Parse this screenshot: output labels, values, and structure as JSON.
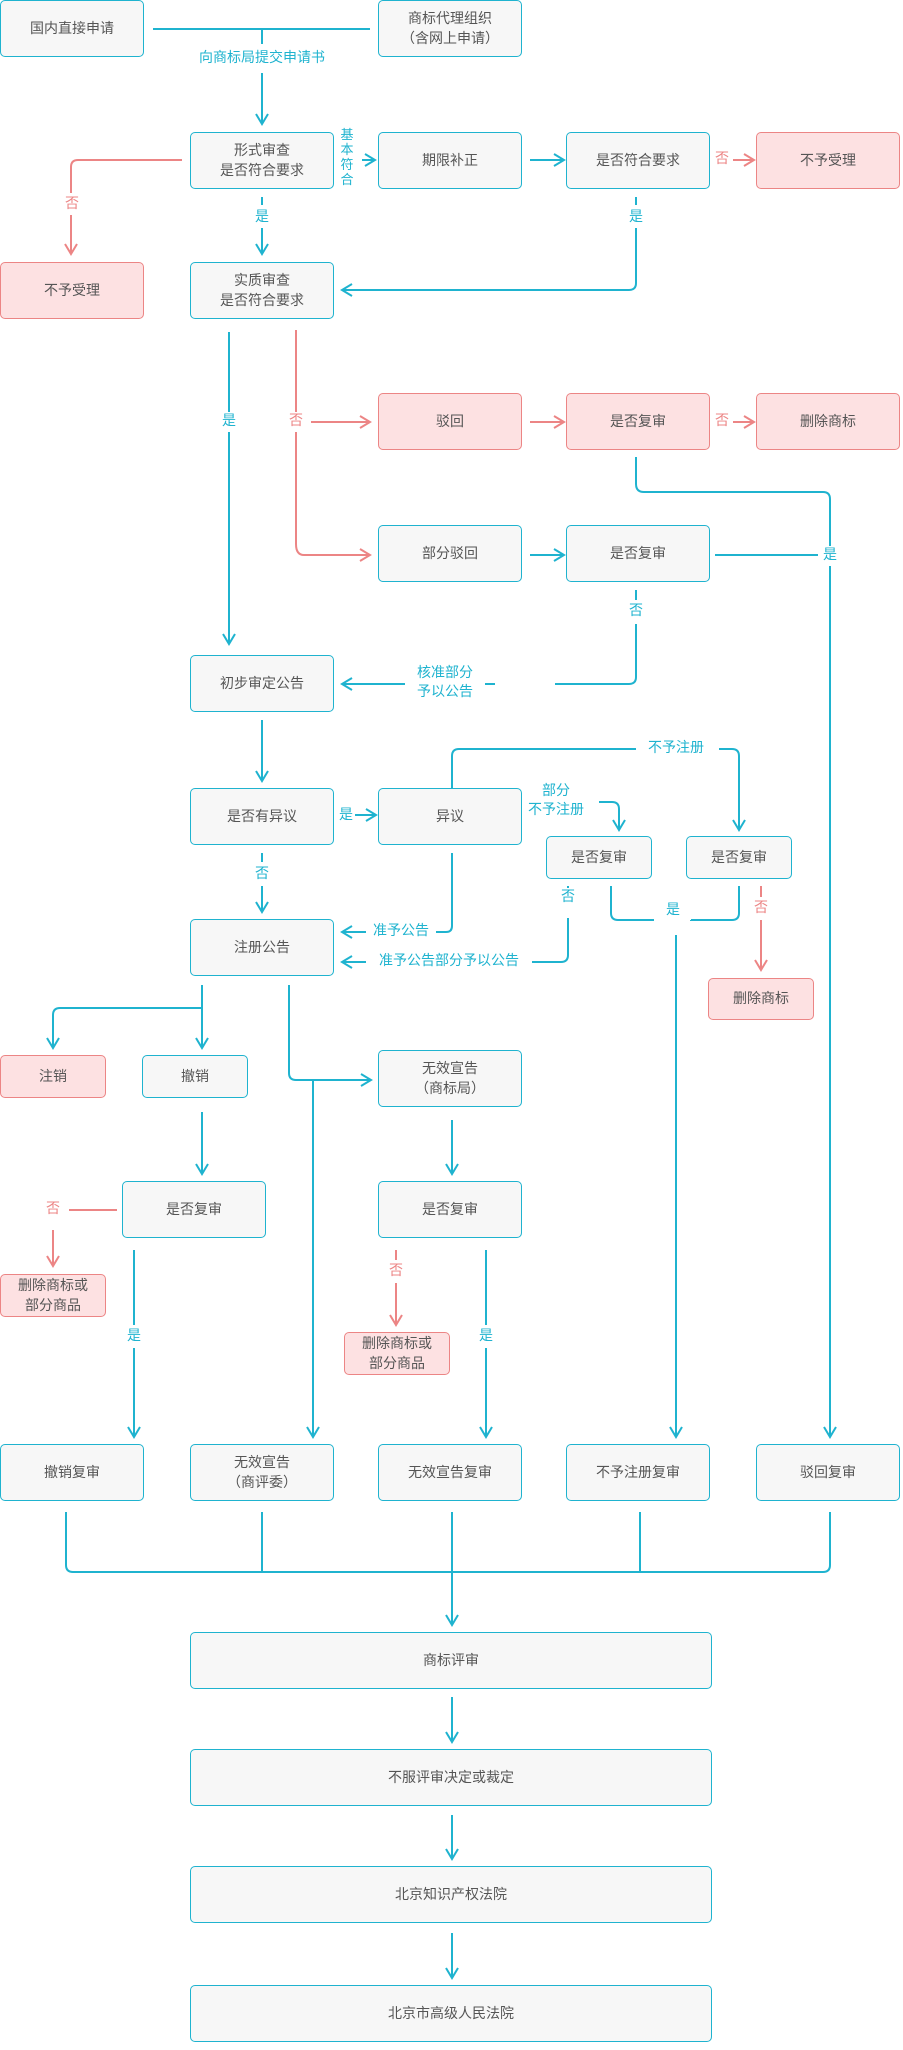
{
  "colors": {
    "primary": "#1fb3cf",
    "danger": "#ec8585",
    "box_fill": "#f7f7f7",
    "danger_fill": "#fde1e2",
    "text": "#555555"
  },
  "nodes": {
    "domestic": "国内直接申请",
    "agency": "商标代理组织\n（含网上申请）",
    "formal": "形式审查\n是否符合要求",
    "correct": "期限补正",
    "meets": "是否符合要求",
    "reject_accept_right": "不予受理",
    "reject_accept_left": "不予受理",
    "substantive": "实质审查\n是否符合要求",
    "rejected": "驳回",
    "review_q1": "是否复审",
    "delete1": "删除商标",
    "partial_reject": "部分驳回",
    "review_q2": "是否复审",
    "prelim": "初步审定公告",
    "objection_q": "是否有异议",
    "objection": "异议",
    "review_q3": "是否复审",
    "review_q4": "是否复审",
    "delete2": "删除商标",
    "registration": "注册公告",
    "cancel": "注销",
    "revoke": "撤销",
    "invalid_office": "无效宣告\n（商标局）",
    "review_q5": "是否复审",
    "review_q6": "是否复审",
    "delete_partial1": "删除商标或\n部分商品",
    "delete_partial2": "删除商标或\n部分商品",
    "revoke_review": "撤销复审",
    "invalid_board": "无效宣告\n（商评委）",
    "invalid_review": "无效宣告复审",
    "refuse_reg_review": "不予注册复审",
    "reject_review": "驳回复审",
    "board_review": "商标评审",
    "disagree": "不服评审决定或裁定",
    "ip_court": "北京知识产权法院",
    "high_court": "北京市高级人民法院"
  },
  "labels": {
    "submit": "向商标局提交申请书",
    "basic_ok": "基\n本\n符\n合",
    "no": "否",
    "yes": "是",
    "approve_part": "核准部分\n予以公告",
    "refuse_reg": "不予注册",
    "part_refuse": "部分\n不予注册",
    "approve_pub": "准予公告",
    "approve_part_pub": "准予公告部分予以公告"
  }
}
